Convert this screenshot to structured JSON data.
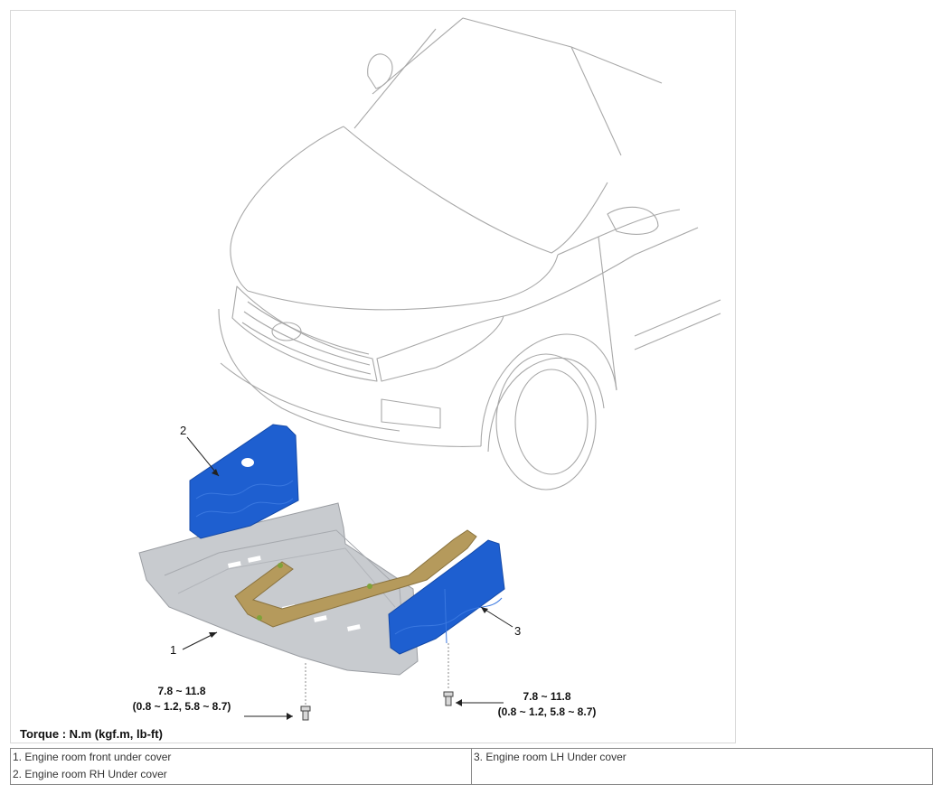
{
  "callouts": {
    "front_cover": "1",
    "rh_cover": "2",
    "lh_cover": "3"
  },
  "torque_left": {
    "value": "7.8 ~ 11.8",
    "alt": "(0.8 ~ 1.2, 5.8 ~ 8.7)"
  },
  "torque_right": {
    "value": "7.8 ~ 11.8",
    "alt": "(0.8 ~ 1.2, 5.8 ~ 8.7)"
  },
  "torque_unit_note": "Torque : N.m (kgf.m, lb-ft)",
  "legend": {
    "col1": [
      "1. Engine room front under cover",
      "2. Engine room RH Under cover"
    ],
    "col2": [
      "3. Engine room LH Under cover"
    ]
  },
  "colors": {
    "cover_blue": "#1e5fd0",
    "cover_gray": "#c8cbcf",
    "frame_tan": "#b59a5c",
    "line": "#9a9a9a"
  }
}
